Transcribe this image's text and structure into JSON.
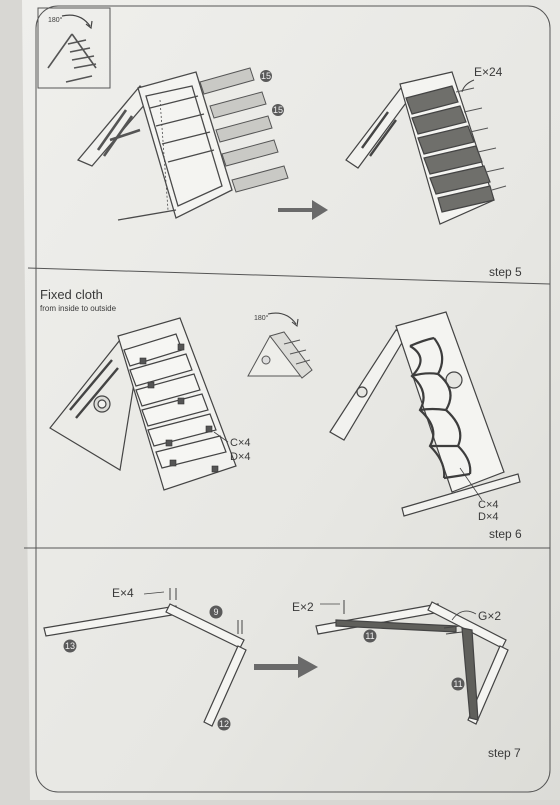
{
  "sheet": {
    "step5": {
      "step_label": "step 5",
      "rotation_label": "180°",
      "board_label_15a": "15",
      "board_label_15b": "15",
      "screw_count": "E×24"
    },
    "step6": {
      "title": "Fixed cloth",
      "subtitle": "from inside to outside",
      "rotation_label": "180°",
      "left_fasteners_c": "C×4",
      "left_fasteners_d": "D×4",
      "right_fasteners_c": "C×4",
      "right_fasteners_d": "D×4",
      "step_label": "step 6"
    },
    "step7": {
      "left_screws": "E×4",
      "part_9": "9",
      "part_13": "13",
      "part_12": "12",
      "right_screws": "E×2",
      "right_brackets": "G×2",
      "part_11a": "11",
      "part_11b": "11",
      "step_label": "step 7"
    }
  }
}
